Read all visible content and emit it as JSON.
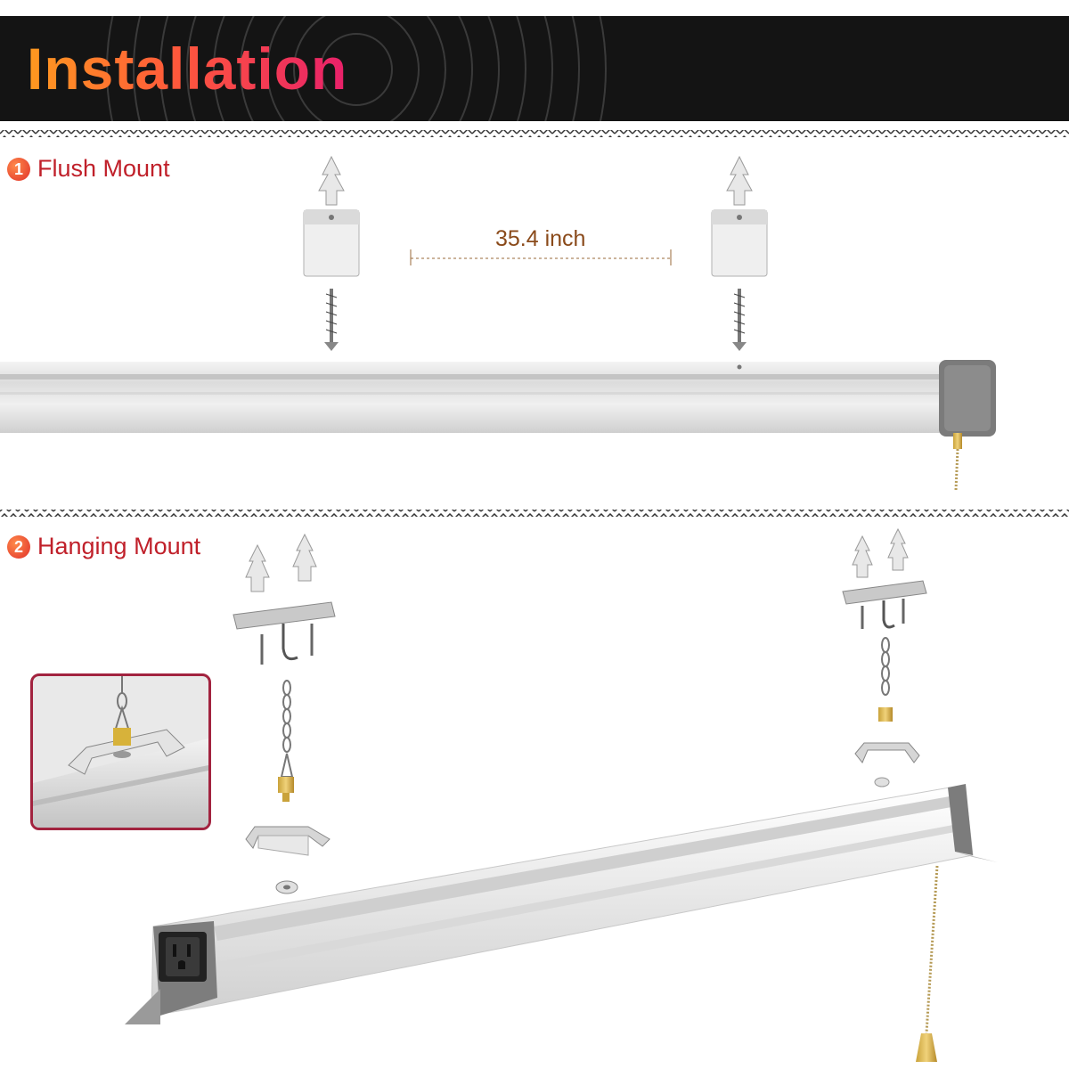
{
  "header": {
    "title": "Installation"
  },
  "sections": {
    "flush": {
      "number": "1",
      "label": "Flush Mount",
      "distance": "35.4 inch"
    },
    "hanging": {
      "number": "2",
      "label": "Hanging Mount"
    }
  },
  "colors": {
    "title_gradient_start": "#ff9a1f",
    "title_gradient_end": "#e8206a",
    "label": "#c0202a",
    "header_bg": "#141414",
    "inset_border": "#a2233f"
  }
}
